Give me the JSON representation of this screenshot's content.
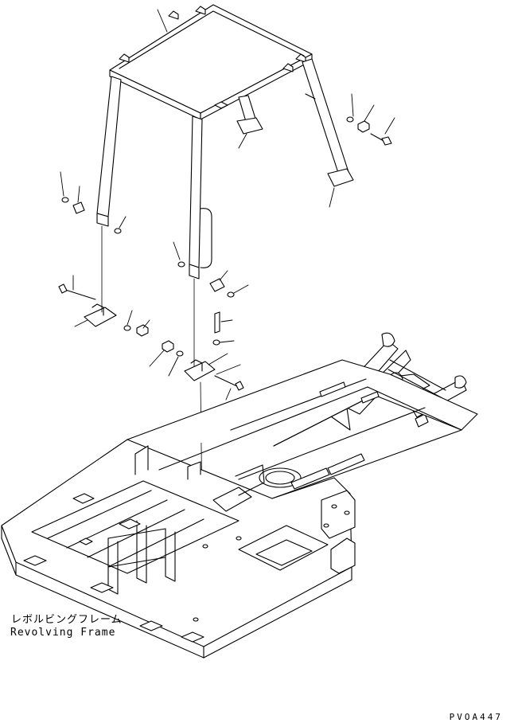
{
  "diagram": {
    "frame_label_ja": "レボルビングフレーム",
    "frame_label_en": "Revolving Frame",
    "figure_code": "PVOA447"
  }
}
